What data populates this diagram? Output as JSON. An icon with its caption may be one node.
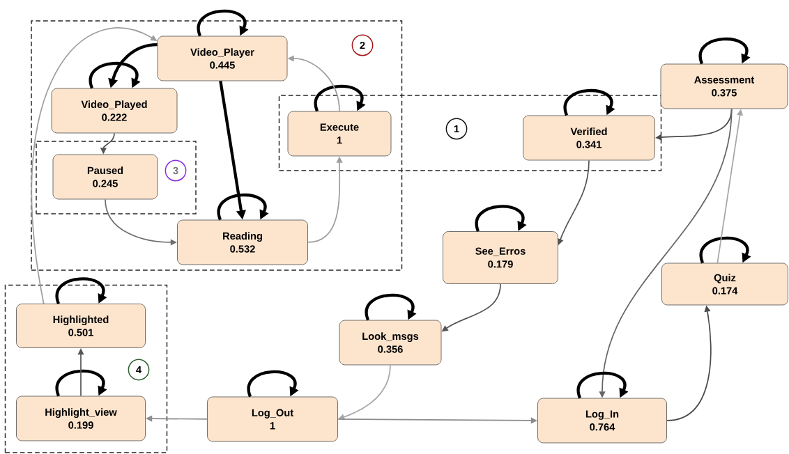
{
  "diagram": {
    "nodes": [
      {
        "text": [
          "2"
        ]
      },
      {
        "text": [
          "Video_Player",
          "0.445"
        ],
        "in": 0
      },
      {
        "text": [
          "Video_Played",
          "0.222"
        ],
        "in": 0
      },
      {
        "text": [
          "3"
        ],
        "in": 0
      },
      {
        "text": [
          "Paused",
          "0.245"
        ],
        "in": 3
      },
      {
        "text": [
          "Reading",
          "0.532"
        ],
        "in": 0
      },
      {
        "text": [
          "1"
        ]
      },
      {
        "text": [
          "Execute",
          "1"
        ]
      },
      {
        "text": [
          "Verified",
          "0.341"
        ],
        "in": 6
      },
      {
        "text": [
          "Assessment",
          "0.375"
        ]
      },
      {
        "text": [
          "See_Erros",
          "0.179"
        ]
      },
      {
        "text": [
          "Quiz",
          "0.174"
        ]
      },
      {
        "text": [
          "Look_msgs",
          "0.356"
        ]
      },
      {
        "text": [
          "4"
        ]
      },
      {
        "text": [
          "Highlighted",
          "0.501"
        ],
        "in": 13
      },
      {
        "text": [
          "Highlight_view",
          "0.199"
        ],
        "in": 13
      },
      {
        "text": [
          "Log_Out",
          "1"
        ]
      },
      {
        "text": [
          "Log_In",
          "0.764"
        ]
      }
    ],
    "edges": [
      {
        "from": 1,
        "to": 1,
        "arrow": "to",
        "style": "thick"
      },
      {
        "from": 1,
        "to": 2,
        "arrow": "to",
        "style": "thick"
      },
      {
        "from": 1,
        "to": 5,
        "arrow": "to",
        "style": "thick"
      },
      {
        "from": 2,
        "to": 2,
        "arrow": "to",
        "style": "thick"
      },
      {
        "from": 2,
        "to": 4,
        "arrow": "to",
        "color": "#555555"
      },
      {
        "from": 4,
        "to": 5,
        "arrow": "to",
        "color": "#6e6e6e"
      },
      {
        "from": 5,
        "to": 5,
        "arrow": "to",
        "style": "thick"
      },
      {
        "from": 5,
        "to": 7,
        "arrow": "to",
        "color": "#9e9e9e"
      },
      {
        "from": 7,
        "to": 7,
        "arrow": "to",
        "style": "thick"
      },
      {
        "from": 7,
        "to": 1,
        "arrow": "to",
        "color": "#9e9e9e"
      },
      {
        "from": 8,
        "to": 8,
        "arrow": "to",
        "style": "thick"
      },
      {
        "from": 9,
        "to": 9,
        "arrow": "to",
        "style": "thick"
      },
      {
        "from": 9,
        "to": 8,
        "arrow": "to",
        "color": "#4a4a4a"
      },
      {
        "from": 8,
        "to": 10,
        "arrow": "to",
        "color": "#555555"
      },
      {
        "from": 10,
        "to": 10,
        "arrow": "to",
        "style": "thick"
      },
      {
        "from": 10,
        "to": 12,
        "arrow": "to",
        "color": "#555555"
      },
      {
        "from": 12,
        "to": 12,
        "arrow": "to",
        "style": "thick"
      },
      {
        "from": 12,
        "to": 16,
        "arrow": "to",
        "color": "#a6a6a6"
      },
      {
        "from": 11,
        "to": 11,
        "arrow": "to",
        "style": "thick"
      },
      {
        "from": 17,
        "to": 11,
        "arrow": "to",
        "color": "#4a4a4a"
      },
      {
        "from": 11,
        "to": 9,
        "arrow": "to",
        "color": "#a6a6a6"
      },
      {
        "from": 9,
        "to": 17,
        "arrow": "to",
        "color": "#666666"
      },
      {
        "from": 14,
        "to": 14,
        "arrow": "to",
        "style": "thick"
      },
      {
        "from": 14,
        "to": 1,
        "arrow": "to",
        "color": "#9e9e9e"
      },
      {
        "from": 15,
        "to": 15,
        "arrow": "to",
        "style": "thick"
      },
      {
        "from": 15,
        "to": 14,
        "arrow": "to",
        "color": "#555555"
      },
      {
        "from": 16,
        "to": 16,
        "arrow": "to",
        "style": "thick"
      },
      {
        "from": 16,
        "to": 15,
        "arrow": "to",
        "color": "#8c8c8c"
      },
      {
        "from": 16,
        "to": 17,
        "arrow": "to",
        "color": "#8c8c8c"
      },
      {
        "from": 17,
        "to": 17,
        "arrow": "to",
        "style": "thick"
      }
    ]
  }
}
